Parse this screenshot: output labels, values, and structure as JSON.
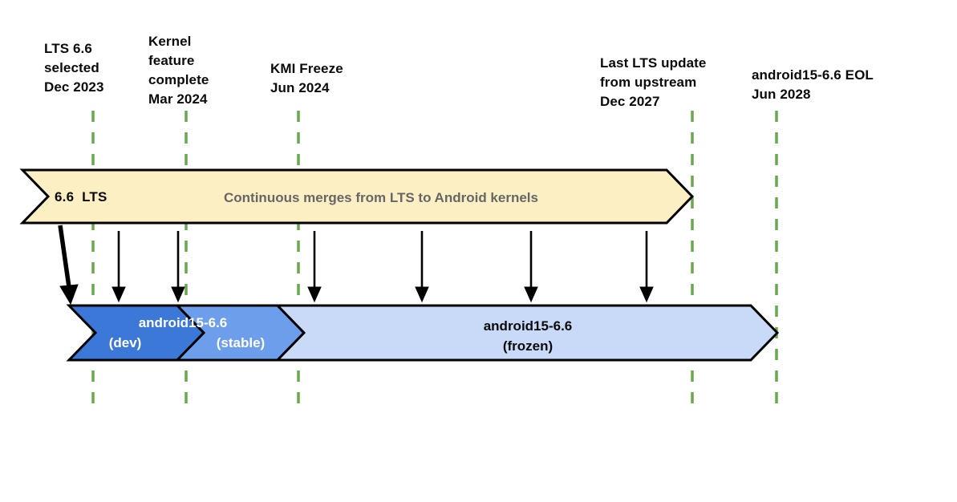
{
  "colors": {
    "lts_fill": "#fcefc4",
    "dev_fill": "#3c78d8",
    "stable_fill": "#6d9eeb",
    "frozen_fill": "#c9daf8",
    "outline": "#000000",
    "milestone_line": "#6aa84f",
    "merge_text": "#666666",
    "branch_dev_text": "#ffffff",
    "branch_frozen_text": "#0b0b0b"
  },
  "milestones": [
    {
      "label": "LTS 6.6\nselected\nDec 2023"
    },
    {
      "label": "Kernel\nfeature\ncomplete\nMar 2024"
    },
    {
      "label": "KMI Freeze\nJun 2024"
    },
    {
      "label": "Last LTS update\nfrom upstream\nDec 2027"
    },
    {
      "label": "android15-6.6 EOL\nJun 2028"
    }
  ],
  "lts_banner": {
    "version_label": "6.6  LTS",
    "merge_label": "Continuous merges from LTS to Android kernels"
  },
  "android_branch": {
    "name_label": "android15-6.6",
    "dev_label": "(dev)",
    "stable_label": "(stable)",
    "frozen_label": "android15-6.6\n(frozen)"
  }
}
